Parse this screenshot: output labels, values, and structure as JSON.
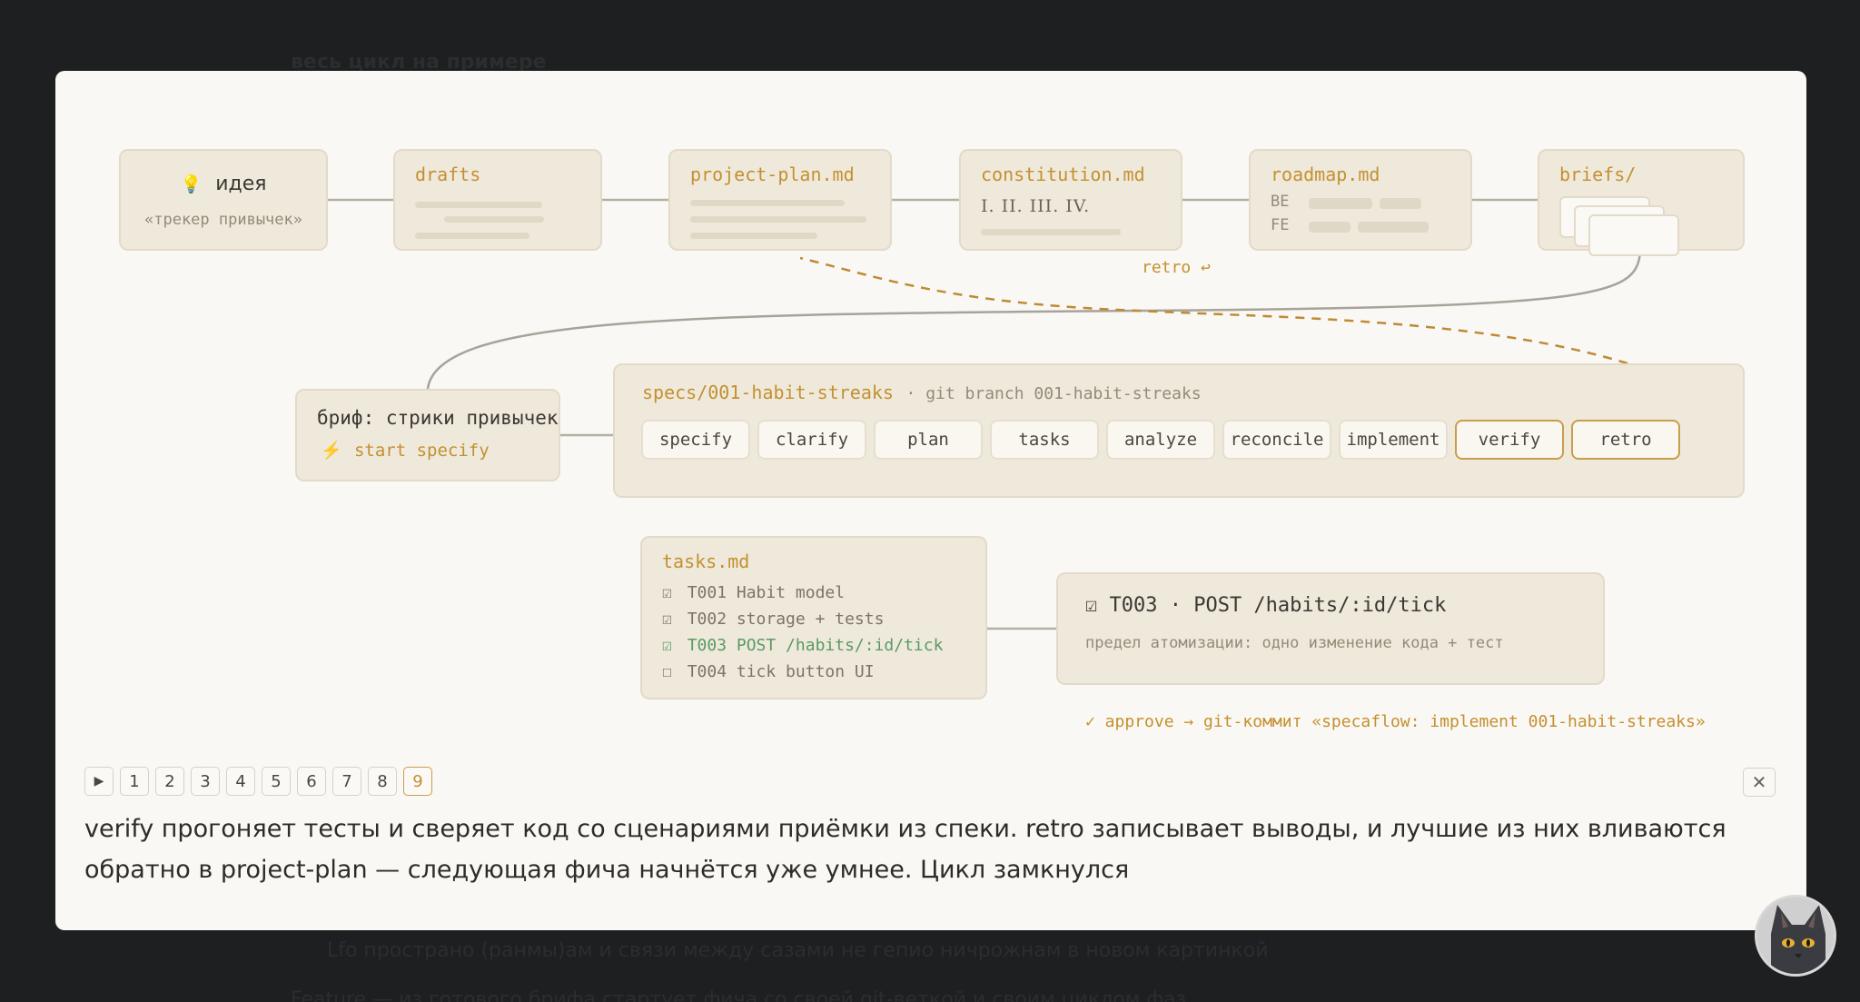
{
  "background": {
    "heading": "весь цикл на примере",
    "line1": "Lfo пространо (ранмы)ам и связи между сазами не гепио ничрожнам в новом картинкой",
    "line2": "Feature — из готового брифа стартует фича со своей git-веткой и своим циклом фаз"
  },
  "pipeline": {
    "idea": {
      "icon": "💡",
      "title": "идея",
      "subtitle": "«трекер привычек»"
    },
    "drafts": {
      "title": "drafts"
    },
    "project_plan": {
      "title": "project-plan.md"
    },
    "constitution": {
      "title": "constitution.md",
      "numerals": "I. II. III. IV."
    },
    "roadmap": {
      "title": "roadmap.md",
      "rows": [
        "BE",
        "FE"
      ]
    },
    "briefs": {
      "title": "briefs/"
    },
    "retro_label": "retro ↩"
  },
  "brief": {
    "title": "бриф: стрики привычек",
    "action_icon": "⚡",
    "action": "start specify"
  },
  "spec": {
    "path": "specs/001-habit-streaks",
    "branch": "· git branch 001-habit-streaks",
    "phases": [
      "specify",
      "clarify",
      "plan",
      "tasks",
      "analyze",
      "reconcile",
      "implement",
      "verify",
      "retro"
    ],
    "active_phases": [
      "verify",
      "retro"
    ]
  },
  "tasks": {
    "title": "tasks.md",
    "items": [
      {
        "check": "☑",
        "text": "T001 Habit model",
        "done": true,
        "current": false
      },
      {
        "check": "☑",
        "text": "T002 storage + tests",
        "done": true,
        "current": false
      },
      {
        "check": "☑",
        "text": "T003 POST /habits/:id/tick",
        "done": true,
        "current": true
      },
      {
        "check": "☐",
        "text": "T004 tick button UI",
        "done": false,
        "current": false
      }
    ]
  },
  "task_detail": {
    "title": "☑ T003 · POST /habits/:id/tick",
    "note": "предел атомизации: одно изменение кода + тест"
  },
  "commit_note": "✓ approve → git-коммит «specaflow: implement 001-habit-streaks»",
  "pager": {
    "play_icon": "▶",
    "pages": [
      "1",
      "2",
      "3",
      "4",
      "5",
      "6",
      "7",
      "8",
      "9"
    ],
    "current": "9"
  },
  "caption": "verify прогоняет тесты и сверяет код со сценариями приёмки из спеки. retro записывает выводы, и лучшие из них вливаются обратно в project-plan — следующая фича начнётся уже умнее. Цикл замкнулся",
  "close_icon": "✕",
  "colors": {
    "accent": "#c4902f",
    "done_green": "#5a9a63",
    "panel": "#faf8f4",
    "node": "#efe9dc"
  }
}
